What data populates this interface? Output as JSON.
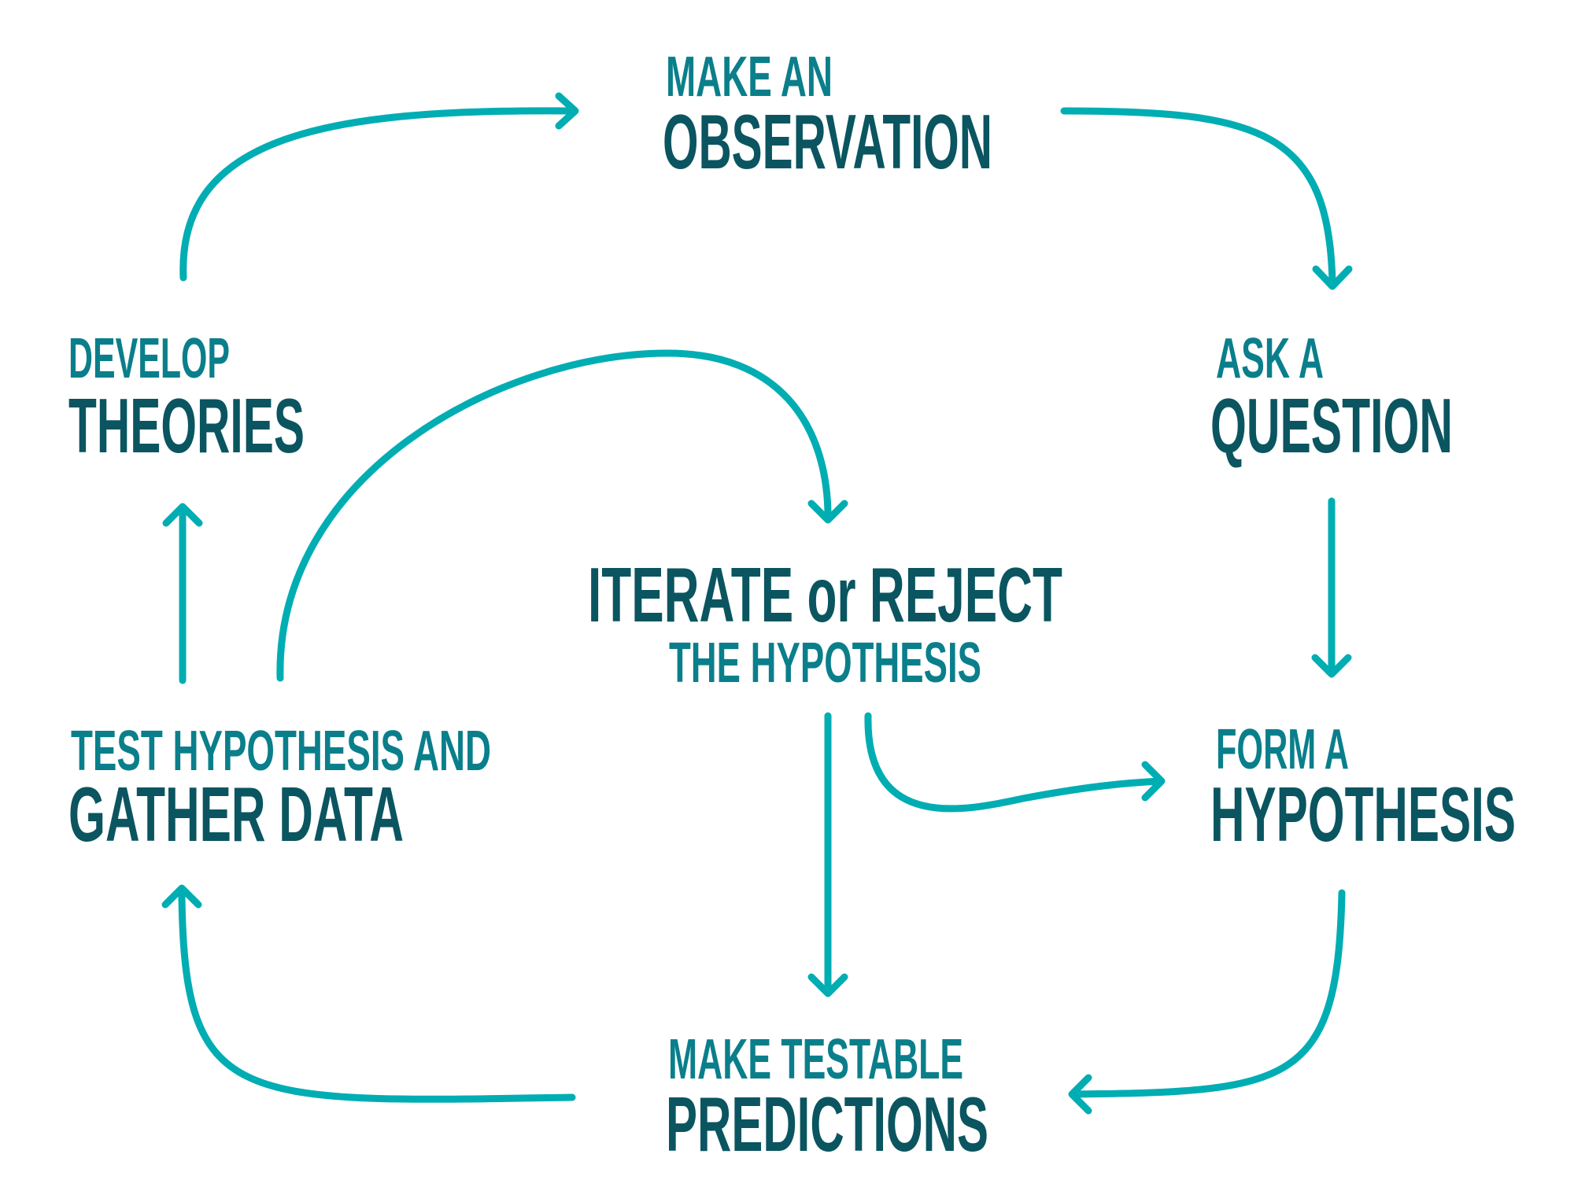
{
  "colors": {
    "arrow": "#00adb3",
    "label_light": "#0a7f8b",
    "label_dark": "#0a5560",
    "background": "#ffffff"
  },
  "steps": {
    "observation": {
      "prefix": "MAKE AN",
      "title": "OBSERVATION"
    },
    "question": {
      "prefix": "ASK A",
      "title": "QUESTION"
    },
    "hypothesis": {
      "prefix": "FORM A",
      "title": "HYPOTHESIS"
    },
    "predictions": {
      "prefix": "MAKE TESTABLE",
      "title": "PREDICTIONS"
    },
    "test": {
      "prefix": "TEST HYPOTHESIS AND",
      "title": "GATHER DATA"
    },
    "theories": {
      "prefix": "DEVELOP",
      "title": "THEORIES"
    },
    "iterate": {
      "title": "ITERATE or REJECT",
      "suffix": "THE HYPOTHESIS"
    }
  }
}
